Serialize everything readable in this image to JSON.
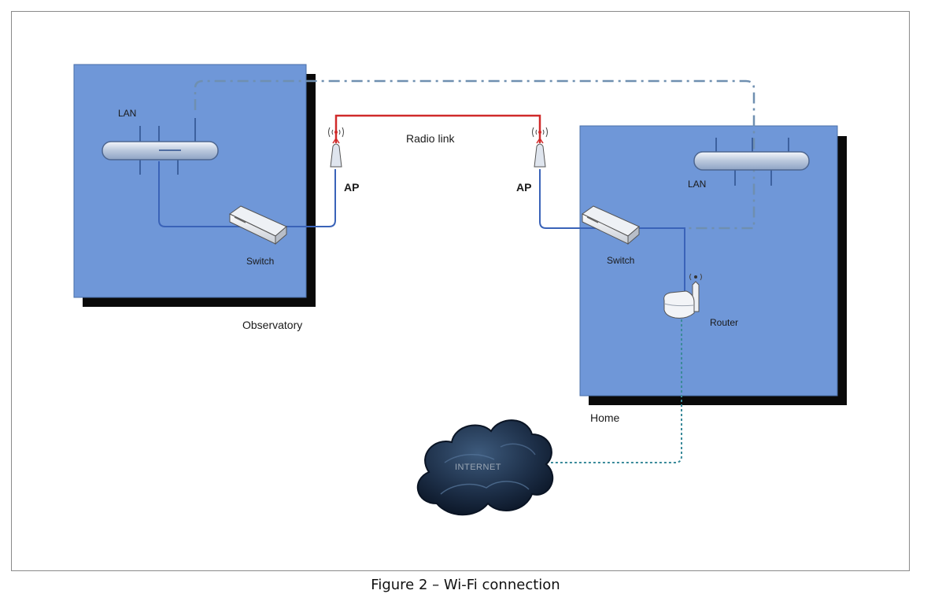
{
  "diagram": {
    "observatory": {
      "title": "Observatory",
      "lan_label": "LAN",
      "switch_label": "Switch",
      "ap_label": "AP"
    },
    "home": {
      "title": "Home",
      "lan_label": "LAN",
      "switch_label": "Switch",
      "ap_label": "AP",
      "router_label": "Router"
    },
    "radio_link_label": "Radio link",
    "internet_label": "INTERNET"
  },
  "caption": "Figure 2 – Wi-Fi connection",
  "colors": {
    "building_fill": "#6f97d8",
    "building_shadow": "#0a0a0a",
    "cable": "#3a63b8",
    "radio_link": "#d02a2a",
    "wan_dotted": "#3a8a9a",
    "dash_dot": "#6f8fb0"
  }
}
